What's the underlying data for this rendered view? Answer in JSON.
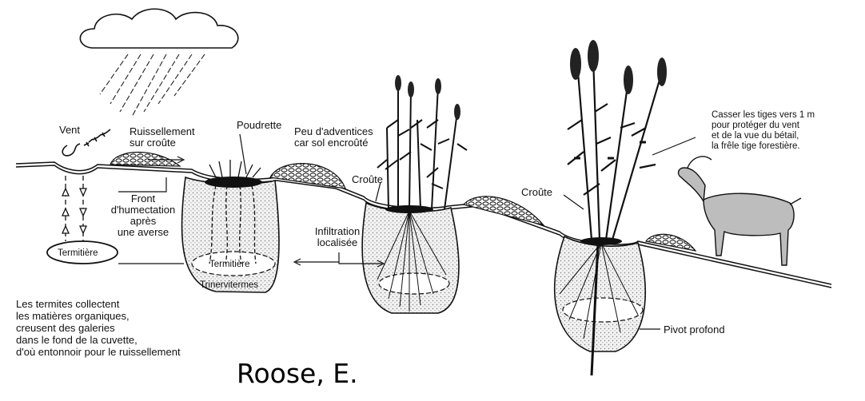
{
  "labels": {
    "vent": "Vent",
    "ruissellement": "Ruissellement\nsur croûte",
    "poudrette": "Poudrette",
    "adventices": "Peu d'adventices\ncar sol encroûté",
    "croute1": "Croûte",
    "croute2": "Croûte",
    "front": "Front\nd'humectation\naprès\nune averse",
    "termitiere_left": "Termitière",
    "termitiere_pit": "Termitière",
    "trinervitermes": "Trinervitermes",
    "infiltration": "Infiltration\nlocalisée",
    "casser": "Casser les tiges vers 1 m\npour protéger du vent\net de la vue du bétail,\nla frêle tige forestière.",
    "termites": "Les termites collectent\nles matières organiques,\ncreusent des galeries\ndans le fond de la cuvette,\nd'où entonnoir pour le ruissellement",
    "pivot": "Pivot profond"
  },
  "credit": "Roose, E."
}
